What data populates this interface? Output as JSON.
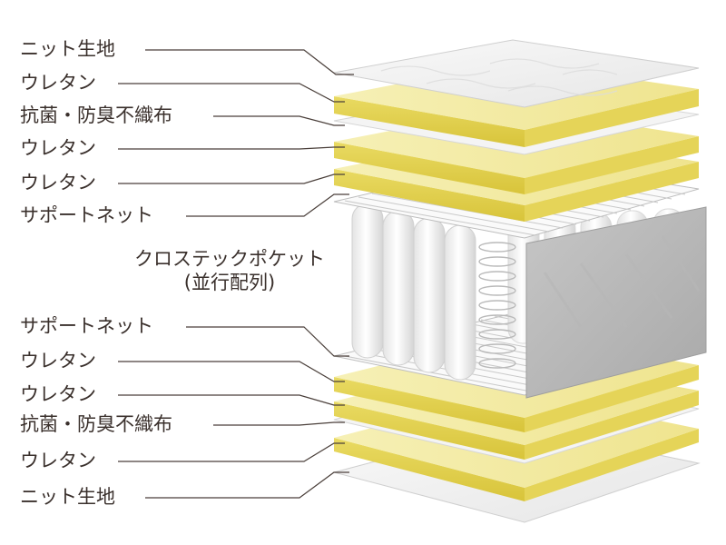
{
  "labels_upper": [
    "ニット生地",
    "ウレタン",
    "抗菌・防臭不織布",
    "ウレタン",
    "ウレタン",
    "サポートネット"
  ],
  "center_label": {
    "line1": "クロステックポケット",
    "line2": "(並行配列)"
  },
  "labels_lower": [
    "サポートネット",
    "ウレタン",
    "ウレタン",
    "抗菌・防臭不織布",
    "ウレタン",
    "ニット生地"
  ],
  "colors": {
    "text": "#3a302c",
    "leader": "#4a3f3a",
    "urethane_top": "#f3eba6",
    "urethane_side": "#e2cf4a",
    "fabric": "#f2f2f2",
    "side_panel": "#bdbdbd"
  }
}
